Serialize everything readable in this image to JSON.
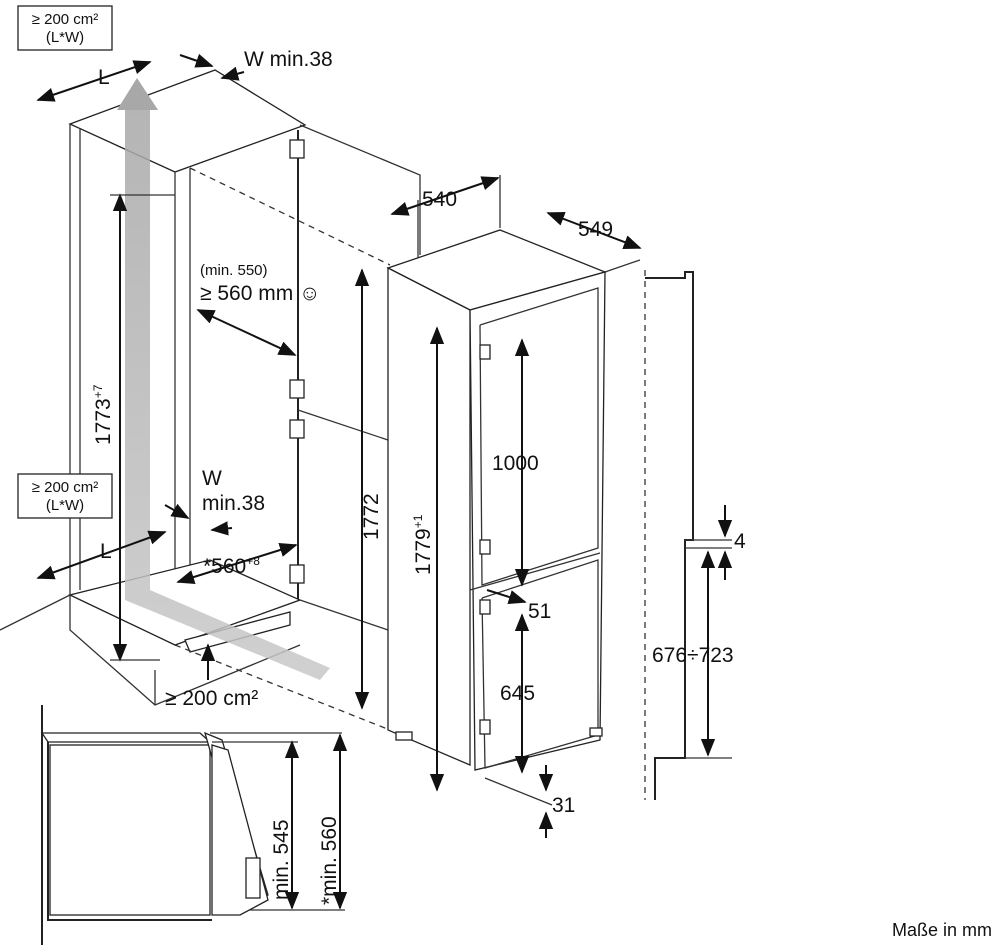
{
  "labels": {
    "vent_top_area": "≥ 200 cm²",
    "vent_top_lw": "(L*W)",
    "vent_mid_area": "≥ 200 cm²",
    "vent_mid_lw": "(L*W)",
    "L_top": "L",
    "L_mid": "L",
    "w_min_top": "W min.38",
    "w_mid_w": "W",
    "w_mid_min": "min.38",
    "depth_min550": "(min. 550)",
    "depth_560": "≥ 560 mm ☺",
    "h1773": "1773",
    "h1773_tol": "+7",
    "w560": "*560",
    "w560_tol": "+8",
    "vent_bottom": "≥ 200 cm²",
    "h1772": "1772",
    "w540": "540",
    "d549": "549",
    "h1779": "1779",
    "h1779_tol": "+1",
    "h1000": "1000",
    "d51": "51",
    "h645": "645",
    "d31": "31",
    "d4": "4",
    "h676_723": "676÷723",
    "min545": "min. 545",
    "min560": "*min. 560",
    "units": "Maße in mm"
  },
  "colors": {
    "line": "#222222",
    "airflow_arrow": "#b5b5b5"
  }
}
